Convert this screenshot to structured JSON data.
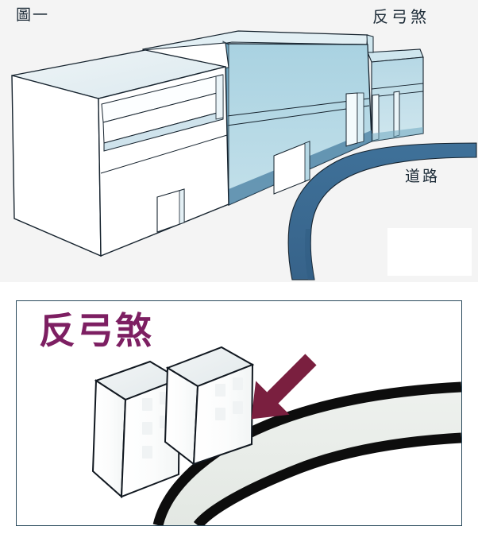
{
  "figure": {
    "top_panel": {
      "figure_number": "圖一",
      "hazard_label": "反弓煞",
      "road_label": "道路",
      "background_color": "#f4f4f4",
      "road_color": "#3d6d94",
      "building_blue_color": "#b3d7e4",
      "building_white_color": "#ffffff",
      "outline_color": "#16232e"
    },
    "bottom_panel": {
      "title": "反弓煞",
      "title_color": "#7d1f62",
      "frame_border_color": "#2a4a5c",
      "arrow_color": "#7a1f3f",
      "road_edge_color": "#0d0d0d",
      "road_fill_color": "#e8ece8",
      "building_fill_color": "#ffffff",
      "building_top_color": "#e9eef0",
      "building_outline_color": "#111820"
    }
  }
}
